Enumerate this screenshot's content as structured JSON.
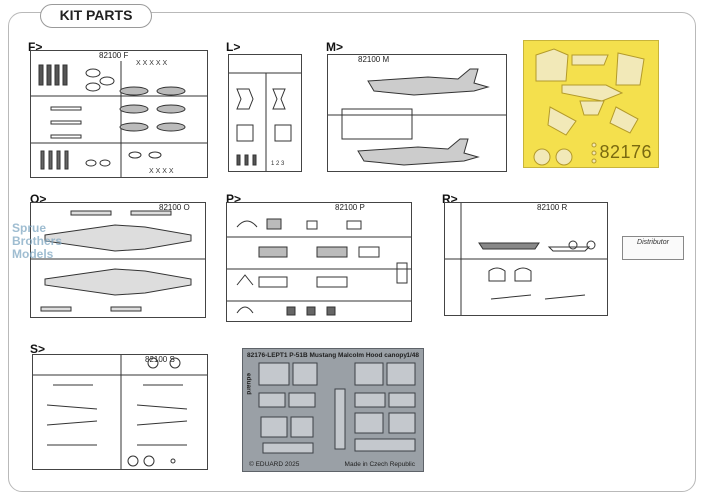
{
  "header": {
    "title": "KIT PARTS"
  },
  "sprues": {
    "F": {
      "label": "F>",
      "code": "82100 F"
    },
    "L": {
      "label": "L>"
    },
    "M": {
      "label": "M>",
      "code": "82100 M"
    },
    "O": {
      "label": "O>",
      "code": "82100 O"
    },
    "P": {
      "label": "P>",
      "code": "82100 P"
    },
    "R": {
      "label": "R>",
      "code": "82100 R"
    },
    "S": {
      "label": "S>",
      "code": "82100 S"
    }
  },
  "masks": {
    "number": "82176"
  },
  "photo_etch": {
    "title": "82176-LEPT1  P-51B Mustang Malcolm Hood canopy",
    "scale": "1/48",
    "brand": "eduard",
    "copyright": "© EDUARD 2025",
    "origin": "Made in Czech Republic"
  },
  "watermark": {
    "line1": "Sprue",
    "line2": "Brothers",
    "line3": "Models"
  },
  "distributor": {
    "line1": "Distributor"
  },
  "colors": {
    "mask_yellow": "#f4e04d",
    "pe_grey": "#9aa0a6",
    "frame": "#b9b9b9"
  }
}
